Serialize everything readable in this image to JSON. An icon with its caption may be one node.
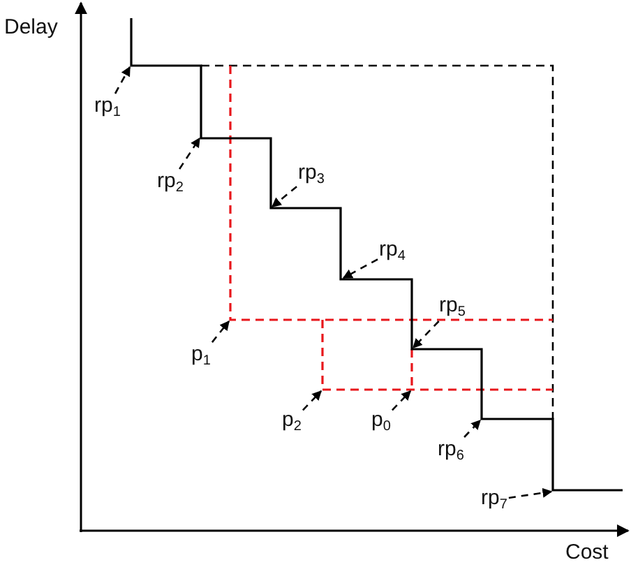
{
  "diagram": {
    "nodes": [
      {
        "text": [
          "rp$_{1}$"
        ]
      },
      {
        "text": [
          "rp$_{3}$"
        ]
      },
      {
        "text": [
          "rp$_{2}$"
        ]
      },
      {
        "text": [
          "rp$_{4}$"
        ]
      },
      {
        "text": [
          "rp$_{5}$"
        ]
      },
      {
        "text": [
          "p$_{1}$"
        ]
      },
      {
        "text": [
          "p$_{2}$"
        ]
      },
      {
        "text": [
          "p$_{0}$"
        ]
      },
      {
        "text": [
          "rp$_{6}$"
        ]
      },
      {
        "text": [
          "rp$_{7}$"
        ]
      }
    ],
    "edges": [
      {
        "from": 0,
        "to": null,
        "arrow": "to",
        "style": "dashed"
      },
      {
        "from": 1,
        "to": null,
        "arrow": "to",
        "style": "dashed"
      },
      {
        "from": 2,
        "to": null,
        "arrow": "to",
        "style": "dashed"
      },
      {
        "from": 3,
        "to": null,
        "arrow": "to",
        "style": "dashed"
      },
      {
        "from": 4,
        "to": null,
        "arrow": "to",
        "style": "dashed"
      },
      {
        "from": 5,
        "to": null,
        "arrow": "to",
        "style": "dashed"
      },
      {
        "from": 6,
        "to": null,
        "arrow": "to",
        "style": "dashed"
      },
      {
        "from": 7,
        "to": null,
        "arrow": "to",
        "style": "dashed"
      },
      {
        "from": 8,
        "to": null,
        "arrow": "to",
        "style": "dashed"
      },
      {
        "from": 9,
        "to": null,
        "arrow": "to",
        "style": "dashed"
      }
    ],
    "labels": [
      "Delay",
      "Cost"
    ]
  }
}
